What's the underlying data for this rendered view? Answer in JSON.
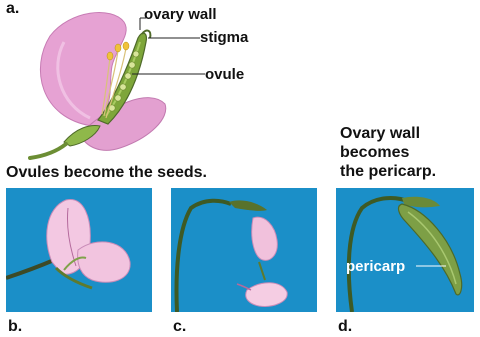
{
  "panels": {
    "a": {
      "letter": "a."
    },
    "b": {
      "letter": "b."
    },
    "c": {
      "letter": "c."
    },
    "d": {
      "letter": "d."
    }
  },
  "callouts": {
    "ovary_wall": "ovary wall",
    "stigma": "stigma",
    "ovule": "ovule",
    "pericarp": "pericarp"
  },
  "captions": {
    "seeds": "Ovules become the seeds.",
    "pericarp_line1": "Ovary wall",
    "pericarp_line2": "becomes",
    "pericarp_line3": "the pericarp."
  },
  "colors": {
    "sky": "#1b8fc8",
    "petal": "#e9a6d4",
    "ovary": "#7ea63a",
    "stem": "#4f6a2a"
  }
}
